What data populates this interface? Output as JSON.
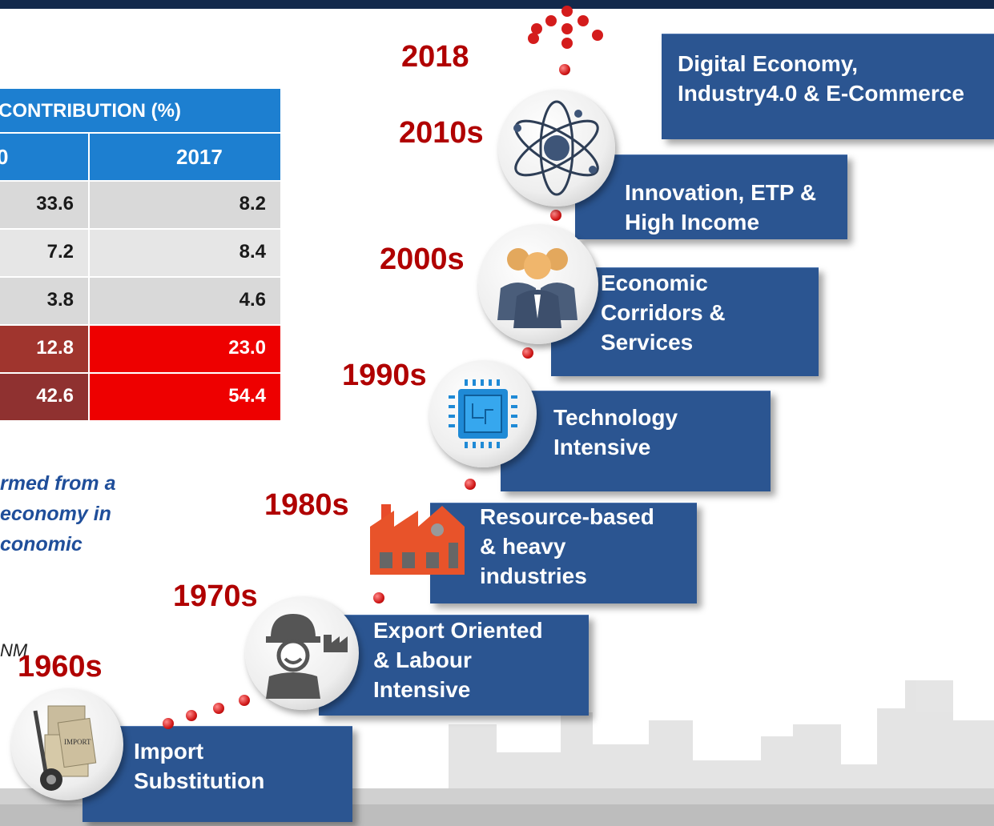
{
  "table": {
    "header": "CONTRIBUTION (%)",
    "columns": [
      "0",
      "2017"
    ],
    "rows": [
      {
        "a": "33.6",
        "b": "8.2"
      },
      {
        "a": "7.2",
        "b": "8.4"
      },
      {
        "a": "3.8",
        "b": "4.6"
      },
      {
        "a": "12.8",
        "b": "23.0"
      },
      {
        "a": "42.6",
        "b": "54.4"
      }
    ]
  },
  "note": {
    "line1": "rmed from a",
    "line2": "economy in",
    "line3": "conomic"
  },
  "source_fragment": "NM",
  "timeline": [
    {
      "year": "1960s",
      "label": "Import\nSubstitution",
      "icon": "import-trolley-icon"
    },
    {
      "year": "1970s",
      "label": "Export Oriented\n& Labour\nIntensive",
      "icon": "worker-factory-icon"
    },
    {
      "year": "1980s",
      "label": "Resource-based\n& heavy\nindustries",
      "icon": "factory-icon"
    },
    {
      "year": "1990s",
      "label": "Technology\nIntensive",
      "icon": "microchip-icon"
    },
    {
      "year": "2000s",
      "label": "Economic\nCorridors &\nServices",
      "icon": "business-people-icon"
    },
    {
      "year": "2010s",
      "label": "Innovation, ETP &\nHigh Income",
      "icon": "atom-icon"
    },
    {
      "year": "2018",
      "label": "Digital Economy,\nIndustry4.0 & E-Commerce",
      "icon": "dots-cluster-icon"
    }
  ],
  "colors": {
    "box": "#2b5591",
    "year": "#b00000",
    "table_header": "#1d7fd0",
    "highlight_red": "#ee0000",
    "topbar": "#13294b"
  }
}
